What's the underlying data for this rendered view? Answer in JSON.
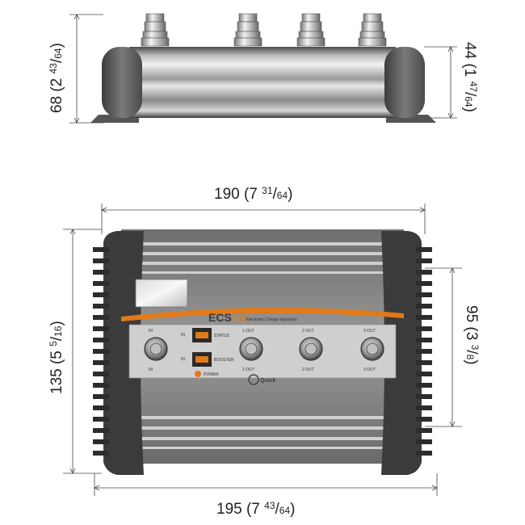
{
  "dimensions": {
    "top_height": {
      "value": "68",
      "open": " (2 ",
      "sup": "43",
      "sub": "64",
      "close": ")"
    },
    "top_body_height": {
      "value": "44",
      "open": " (1 ",
      "sup": "47",
      "sub": "64",
      "close": ")"
    },
    "front_width_top": {
      "value": "190",
      "open": " (7 ",
      "sup": "31",
      "sub": "64",
      "close": ")"
    },
    "front_height": {
      "value": "135",
      "open": " (5 ",
      "sup": "5",
      "sub": "16",
      "close": ")"
    },
    "front_body_height": {
      "value": "95",
      "open": " (3 ",
      "sup": "3",
      "sub": "8",
      "close": ")"
    },
    "front_width_bottom": {
      "value": "195",
      "open": " (7 ",
      "sup": "43",
      "sub": "64",
      "close": ")"
    }
  },
  "device": {
    "logo": "ECS",
    "model_suffix": "XXX",
    "subtitle": "Electronic Charge Separator",
    "brand": "Quick",
    "terminals": [
      {
        "top": "IN",
        "bottom": "IN"
      },
      {
        "top": "1 OUT",
        "bottom": "1 OUT"
      },
      {
        "top": "2 OUT",
        "bottom": "2 OUT"
      },
      {
        "top": "3 OUT",
        "bottom": "3 OUT"
      }
    ],
    "leds": [
      {
        "left": "IN",
        "right": "STATUS"
      },
      {
        "left": "IN",
        "right": "BOOSTER"
      }
    ],
    "power_label": "POWER"
  },
  "colors": {
    "accent": "#e07a1a",
    "body": "#8f8f8f",
    "panel": "#c9c9c9",
    "dark": "#3a3a3a"
  }
}
